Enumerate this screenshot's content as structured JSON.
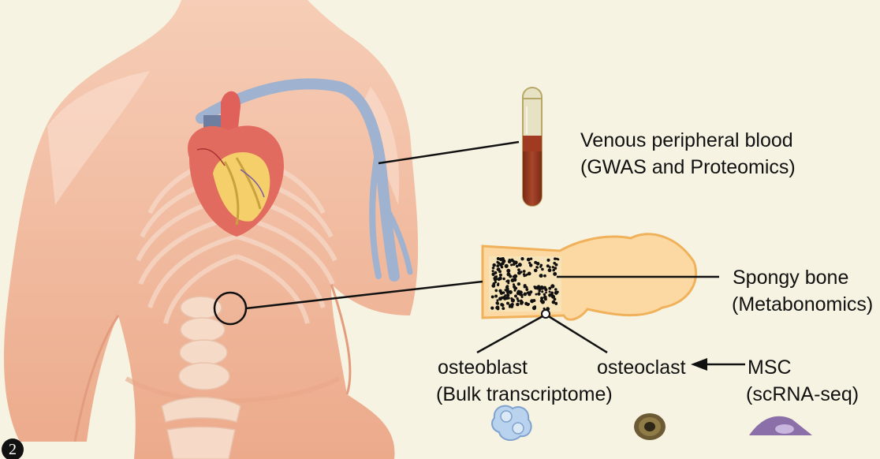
{
  "labels": {
    "blood_line1": "Venous peripheral blood",
    "blood_line2": "(GWAS and Proteomics)",
    "bone_line1": "Spongy bone",
    "bone_line2": "(Metabonomics)",
    "osteoblast": "osteoblast",
    "osteoblast_method": "(Bulk transcriptome)",
    "osteoclast": "osteoclast",
    "msc": "MSC",
    "msc_method": "(scRNA-seq)"
  },
  "panel_badge": "2",
  "colors": {
    "background": "#f6f3e2",
    "skin": "#f2b99a",
    "bone": "#fcd8a0",
    "bone_outline": "#f1b35e",
    "blood": "#9a3a22",
    "vein": "#8fa3c4",
    "osteoblast_cell": "#b9d3ee",
    "osteoclast_cell": "#6b5a33",
    "msc_cell": "#8a6fa8"
  },
  "icons": [
    "blood-tube-icon",
    "osteoblast-cell-icon",
    "osteoclast-cell-icon",
    "msc-cell-icon"
  ]
}
